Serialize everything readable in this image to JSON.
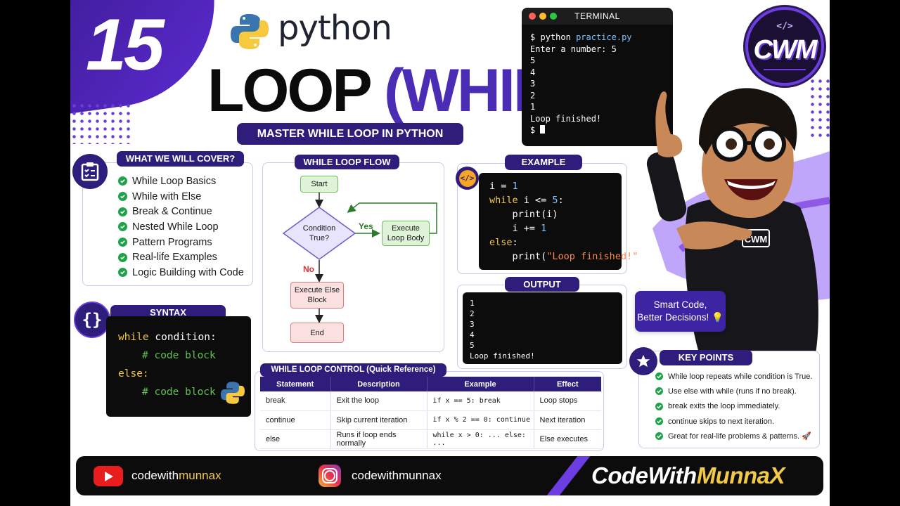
{
  "episode_number": "15",
  "header": {
    "brand_word": "python",
    "title_main": "LOOP",
    "title_paren": "(WHILE)",
    "subtitle": "MASTER WHILE LOOP IN PYTHON"
  },
  "terminal": {
    "title": "TERMINAL",
    "prompt": "$",
    "command": "python",
    "file": "practice.py",
    "lines": [
      "Enter a number: 5",
      "5",
      "4",
      "3",
      "2",
      "1",
      "Loop finished!"
    ],
    "final_prompt": "$"
  },
  "logo": {
    "tag": "</>",
    "word": "CWM"
  },
  "cover": {
    "title": "WHAT WE WILL COVER?",
    "items": [
      "While Loop Basics",
      "While with Else",
      "Break & Continue",
      "Nested While Loop",
      "Pattern Programs",
      "Real-life Examples",
      "Logic Building with Code"
    ]
  },
  "flow": {
    "title": "WHILE LOOP FLOW",
    "start": "Start",
    "condition": "Condition True?",
    "yes": "Yes",
    "no": "No",
    "execute_body": "Execute Loop Body",
    "else_block": "Execute Else Block",
    "end": "End"
  },
  "example": {
    "title": "EXAMPLE",
    "lines": [
      {
        "a": "i = ",
        "b": "1"
      },
      {
        "kw": "while",
        "rest": " i <= ",
        "num": "5",
        "tail": ":"
      },
      {
        "code": "    print(i)"
      },
      {
        "code": "    i += ",
        "num": "1"
      },
      {
        "kw": "else",
        "tail": ":"
      },
      {
        "code": "    print(",
        "str": "\"Loop finished!\"",
        "tail": ")"
      }
    ]
  },
  "output": {
    "title": "OUTPUT",
    "lines": [
      "1",
      "2",
      "3",
      "4",
      "5",
      "Loop finished!"
    ]
  },
  "syntax": {
    "title": "SYNTAX",
    "kw_while": "while",
    "condition": " condition:",
    "comment1": "# code block",
    "kw_else": "else:",
    "comment2": "# code block"
  },
  "control": {
    "title": "WHILE LOOP CONTROL (Quick Reference)",
    "headers": [
      "Statement",
      "Description",
      "Example",
      "Effect"
    ],
    "rows": [
      [
        "break",
        "Exit the loop",
        "if x == 5: break",
        "Loop stops"
      ],
      [
        "continue",
        "Skip current iteration",
        "if x % 2 == 0: continue",
        "Next iteration"
      ],
      [
        "else",
        "Runs if loop ends normally",
        "while x > 0: ... else: ...",
        "Else executes"
      ]
    ]
  },
  "smart": {
    "line1": "Smart Code,",
    "line2": "Better Decisions!",
    "emoji": "💡"
  },
  "keypoints": {
    "title": "KEY POINTS",
    "items": [
      "While loop repeats while condition is True.",
      "Use else with while (runs if no break).",
      "break exits the loop immediately.",
      "continue skips to next iteration.",
      "Great for real-life problems & patterns. 🚀"
    ]
  },
  "footer": {
    "youtube_a": "codewith",
    "youtube_b": "munnax",
    "instagram": "codewithmunnax",
    "brand_a": "CodeWith",
    "brand_b": "MunnaX"
  },
  "person": {
    "hoodie_badge": "CWM"
  },
  "colors": {
    "accent": "#2e1d7a",
    "purple": "#4a2cb5",
    "check": "#1ea34a",
    "highlight": "#f0c946"
  }
}
